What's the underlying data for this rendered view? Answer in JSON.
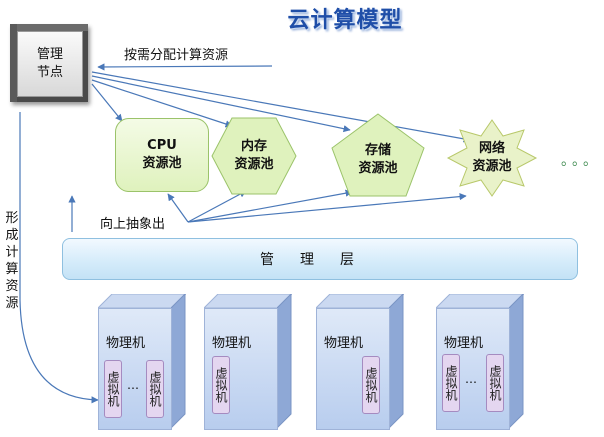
{
  "title": "云计算模型",
  "management_node": {
    "line1": "管理",
    "line2": "节点"
  },
  "labels": {
    "allocate": "按需分配计算资源",
    "abstract_up": "向上抽象出",
    "form_resources": "形成计算资源"
  },
  "pools": [
    {
      "line1": "CPU",
      "line2": "资源池",
      "color": "#dff2bd"
    },
    {
      "line1": "内存",
      "line2": "资源池",
      "color": "#dff2bd"
    },
    {
      "line1": "存储",
      "line2": "资源池",
      "color": "#dff2bd"
    },
    {
      "line1": "网络",
      "line2": "资源池",
      "color": "#e9f2c9"
    }
  ],
  "more_pools": "。。。",
  "management_layer": "管理层",
  "servers": [
    {
      "name": "物理机",
      "vms": [
        "虚拟机",
        "虚拟机"
      ],
      "dots": "…"
    },
    {
      "name": "物理机",
      "vms": [
        "虚拟机"
      ],
      "dots": ""
    },
    {
      "name": "物理机",
      "vms": [
        "虚拟机"
      ],
      "dots": ""
    },
    {
      "name": "物理机",
      "vms": [
        "虚拟机",
        "虚拟机"
      ],
      "dots": "…"
    }
  ],
  "colors": {
    "arrow": "#4a78b8",
    "title": "#1f4ea8",
    "pool_border": "#9bc36a",
    "vm": "#e4d6f0"
  }
}
